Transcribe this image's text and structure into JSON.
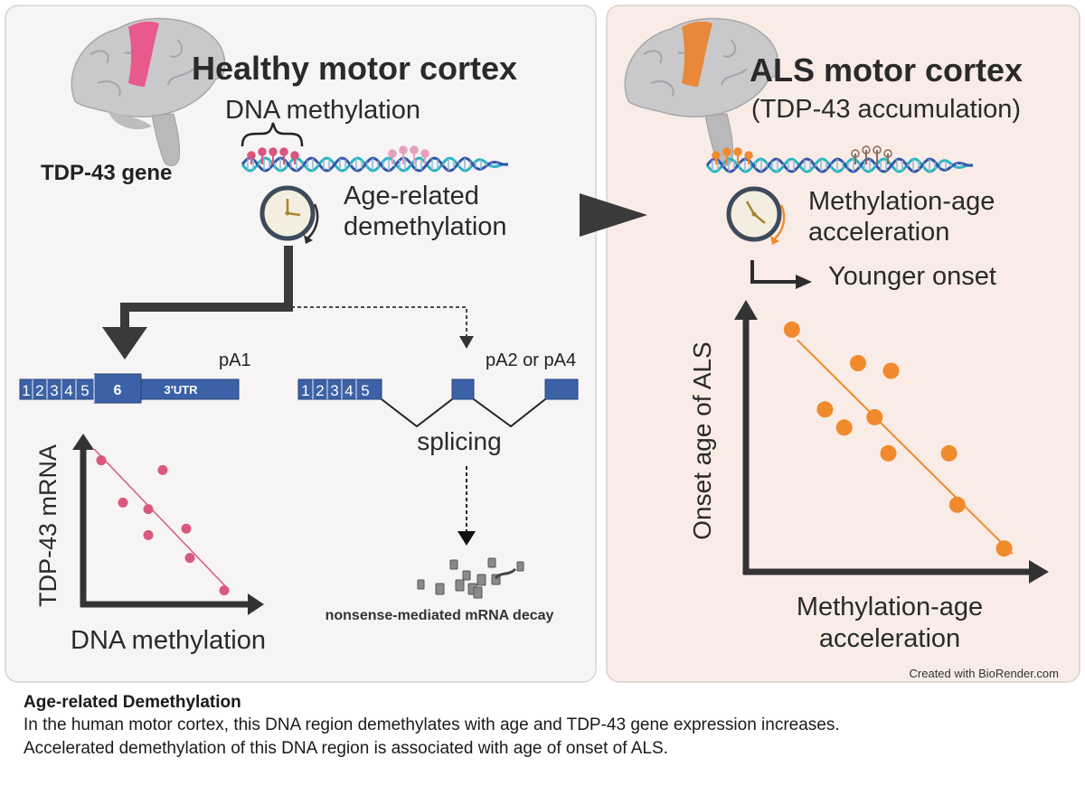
{
  "left_panel": {
    "title": "Healthy motor cortex",
    "dna_label": "DNA methylation",
    "gene_label": "TDP-43 gene",
    "clock_label_1": "Age-related",
    "clock_label_2": "demethylation",
    "transcript_1": {
      "exons": [
        "1",
        "2",
        "3",
        "4",
        "5",
        "6",
        "3'UTR"
      ],
      "polya": "pA1"
    },
    "transcript_2": {
      "exons": [
        "1",
        "2",
        "3",
        "4",
        "5"
      ],
      "polya": "pA2 or pA4"
    },
    "splicing_label": "splicing",
    "nmd_label": "nonsense-mediated mRNA decay",
    "plot_ylabel": "TDP-43 mRNA",
    "plot_xlabel": "DNA methylation",
    "color_methyl": "#d8557f",
    "color_highlight": "#e85a8c"
  },
  "right_panel": {
    "title": "ALS motor cortex",
    "subtitle": "(TDP-43 accumulation)",
    "clock_label_1": "Methylation-age",
    "clock_label_2": "acceleration",
    "onset_label": "Younger onset",
    "plot_ylabel": "Onset age of ALS",
    "plot_xlabel_1": "Methylation-age",
    "plot_xlabel_2": "acceleration",
    "credit": "Created with BioRender.com",
    "color_accent": "#f08a2c",
    "color_highlight": "#e8883a"
  },
  "chart_data": [
    {
      "type": "scatter",
      "title": "",
      "xlabel": "DNA methylation",
      "ylabel": "TDP-43 mRNA",
      "x": [
        0.08,
        0.2,
        0.34,
        0.42,
        0.34,
        0.55,
        0.57,
        0.76
      ],
      "y": [
        0.88,
        0.62,
        0.58,
        0.82,
        0.42,
        0.46,
        0.28,
        0.08
      ],
      "trend": [
        [
          0.04,
          0.95
        ],
        [
          0.78,
          0.09
        ]
      ],
      "xlim": [
        0,
        1
      ],
      "ylim": [
        0,
        1
      ],
      "color": "#d8587e"
    },
    {
      "type": "scatter",
      "title": "",
      "xlabel": "Methylation-age acceleration",
      "ylabel": "Onset age of ALS",
      "x": [
        0.15,
        0.39,
        0.51,
        0.27,
        0.34,
        0.45,
        0.5,
        0.72,
        0.75,
        0.92
      ],
      "y": [
        0.93,
        0.8,
        0.77,
        0.62,
        0.55,
        0.59,
        0.45,
        0.45,
        0.25,
        0.08
      ],
      "trend": [
        [
          0.17,
          0.89
        ],
        [
          0.95,
          0.06
        ]
      ],
      "xlim": [
        0,
        1
      ],
      "ylim": [
        0,
        1
      ],
      "color": "#f08a2c"
    }
  ],
  "caption": {
    "title": "Age-related Demethylation",
    "line_1": "In the human motor cortex, this DNA region demethylates with age and TDP-43 gene expression increases.",
    "line_2": "Accelerated demethylation of this DNA region is associated with age of onset of ALS."
  }
}
